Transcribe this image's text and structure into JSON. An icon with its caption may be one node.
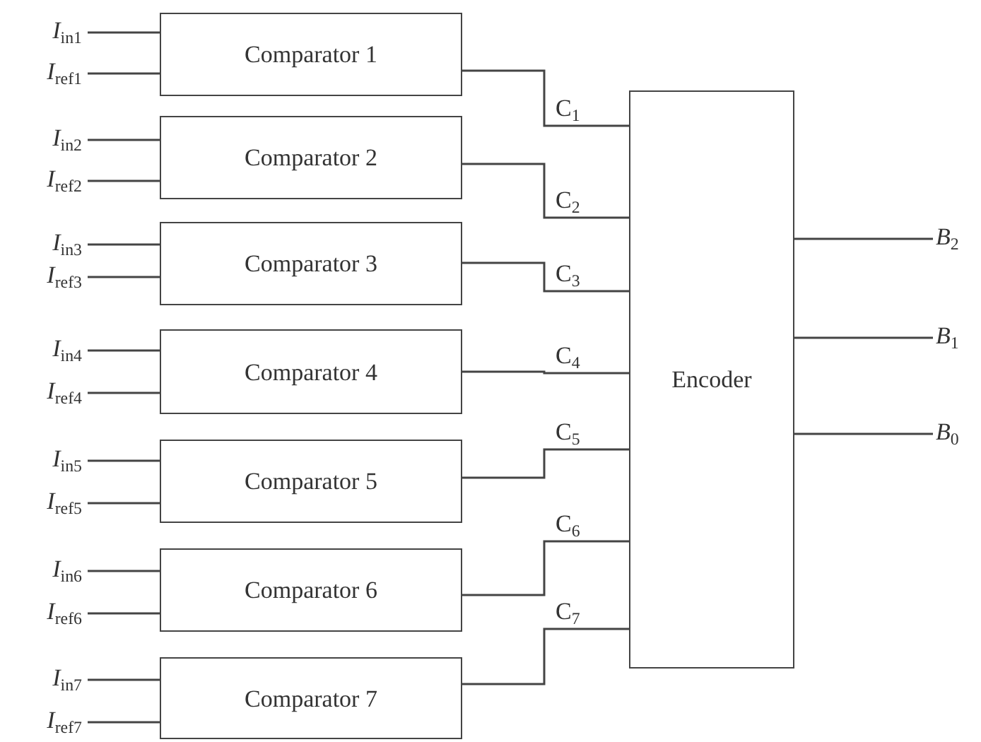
{
  "diagram": {
    "nodes": [
      {
        "text": [
          "*I*$_{in1}$"
        ]
      },
      {
        "text": [
          "*I*$_{ref1}$"
        ]
      },
      {
        "text": [
          "Comparator 1"
        ]
      },
      {
        "text": [
          "*I*$_{in2}$"
        ]
      },
      {
        "text": [
          "*I*$_{ref2}$"
        ]
      },
      {
        "text": [
          "Comparator 2"
        ]
      },
      {
        "text": [
          "*I*$_{in3}$"
        ]
      },
      {
        "text": [
          "*I*$_{ref3}$"
        ]
      },
      {
        "text": [
          "Comparator 3"
        ]
      },
      {
        "text": [
          "*I*$_{in4}$"
        ]
      },
      {
        "text": [
          "*I*$_{ref4}$"
        ]
      },
      {
        "text": [
          "Comparator 4"
        ]
      },
      {
        "text": [
          "*I*$_{in5}$"
        ]
      },
      {
        "text": [
          "*I*$_{ref5}$"
        ]
      },
      {
        "text": [
          "Comparator 5"
        ]
      },
      {
        "text": [
          "*I*$_{in6}$"
        ]
      },
      {
        "text": [
          "*I*$_{ref6}$"
        ]
      },
      {
        "text": [
          "Comparator 6"
        ]
      },
      {
        "text": [
          "*I*$_{in7}$"
        ]
      },
      {
        "text": [
          "*I*$_{ref7}$"
        ]
      },
      {
        "text": [
          "Comparator 7"
        ]
      },
      {
        "text": [
          "Encoder"
        ]
      },
      {
        "text": [
          "*B*$_{2}$"
        ]
      },
      {
        "text": [
          "*B*$_{1}$"
        ]
      },
      {
        "text": [
          "*B*$_{0}$"
        ]
      }
    ],
    "edges": [
      {
        "from": 0,
        "to": 2,
        "arrow": "none"
      },
      {
        "from": 1,
        "to": 2,
        "arrow": "none"
      },
      {
        "from": 2,
        "to": 21,
        "arrow": "none",
        "label": "C$_{1}$"
      },
      {
        "from": 3,
        "to": 5,
        "arrow": "none"
      },
      {
        "from": 4,
        "to": 5,
        "arrow": "none"
      },
      {
        "from": 5,
        "to": 21,
        "arrow": "none",
        "label": "C$_{2}$"
      },
      {
        "from": 6,
        "to": 8,
        "arrow": "none"
      },
      {
        "from": 7,
        "to": 8,
        "arrow": "none"
      },
      {
        "from": 8,
        "to": 21,
        "arrow": "none",
        "label": "C$_{3}$"
      },
      {
        "from": 9,
        "to": 11,
        "arrow": "none"
      },
      {
        "from": 10,
        "to": 11,
        "arrow": "none"
      },
      {
        "from": 11,
        "to": 21,
        "arrow": "none",
        "label": "C$_{4}$"
      },
      {
        "from": 12,
        "to": 14,
        "arrow": "none"
      },
      {
        "from": 13,
        "to": 14,
        "arrow": "none"
      },
      {
        "from": 14,
        "to": 21,
        "arrow": "none",
        "label": "C$_{5}$"
      },
      {
        "from": 15,
        "to": 17,
        "arrow": "none"
      },
      {
        "from": 16,
        "to": 17,
        "arrow": "none"
      },
      {
        "from": 17,
        "to": 21,
        "arrow": "none",
        "label": "C$_{6}$"
      },
      {
        "from": 18,
        "to": 20,
        "arrow": "none"
      },
      {
        "from": 19,
        "to": 20,
        "arrow": "none"
      },
      {
        "from": 20,
        "to": 21,
        "arrow": "none",
        "label": "C$_{7}$"
      },
      {
        "from": 21,
        "to": 22,
        "arrow": "none"
      },
      {
        "from": 21,
        "to": 23,
        "arrow": "none"
      },
      {
        "from": 21,
        "to": 24,
        "arrow": "none"
      }
    ]
  }
}
